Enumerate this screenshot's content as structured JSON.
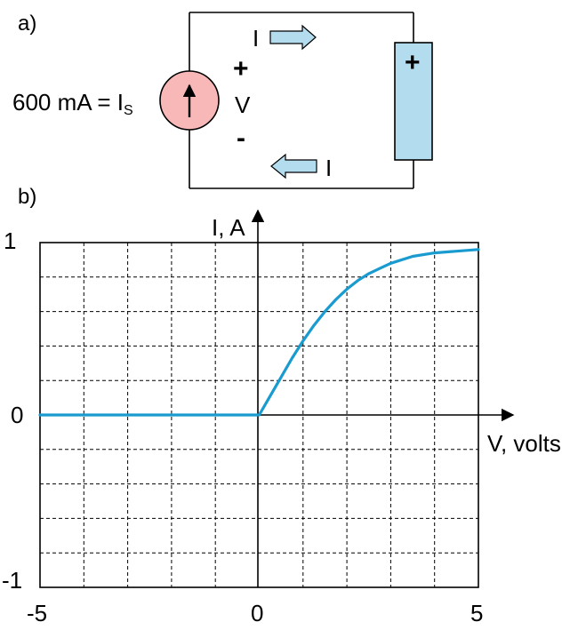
{
  "panel_a": {
    "label": "a)",
    "source_label_prefix": "600 mA = I",
    "source_label_sub": "S",
    "voltage_plus": "+",
    "voltage_label": "V",
    "voltage_minus": "-",
    "current_top": "I",
    "current_bottom": "I",
    "battery_plus": "+",
    "colors": {
      "wire": "#000000",
      "source_fill": "#f9b8b8",
      "battery_fill": "#b3dcef",
      "arrow_fill": "#b3dcef"
    }
  },
  "panel_b": {
    "label": "b)",
    "y_axis_label": "I, A",
    "x_axis_label": "V, volts",
    "x_ticks": [
      "-5",
      "0",
      "5"
    ],
    "y_ticks": [
      "1",
      "0",
      "-1"
    ]
  },
  "chart_data": {
    "type": "line",
    "x_label": "V, volts",
    "y_label": "I, A",
    "xlim": [
      -5,
      5
    ],
    "ylim": [
      -1,
      1
    ],
    "grid": true,
    "grid_x_step": 1,
    "grid_y_step": 0.2,
    "x_tick_values": [
      -5,
      0,
      5
    ],
    "y_tick_values": [
      -1,
      0,
      1
    ],
    "line_color": "#1a9bd0",
    "series": [
      {
        "x": [
          -5,
          -4,
          -3,
          -2,
          -1,
          0,
          0.25,
          0.5,
          0.75,
          1,
          1.25,
          1.5,
          1.75,
          2,
          2.25,
          2.5,
          2.75,
          3,
          3.5,
          4,
          4.5,
          5
        ],
        "y": [
          0,
          0,
          0,
          0,
          0,
          0,
          0.11,
          0.22,
          0.33,
          0.43,
          0.52,
          0.6,
          0.67,
          0.73,
          0.78,
          0.82,
          0.85,
          0.88,
          0.92,
          0.94,
          0.95,
          0.96
        ]
      }
    ]
  }
}
